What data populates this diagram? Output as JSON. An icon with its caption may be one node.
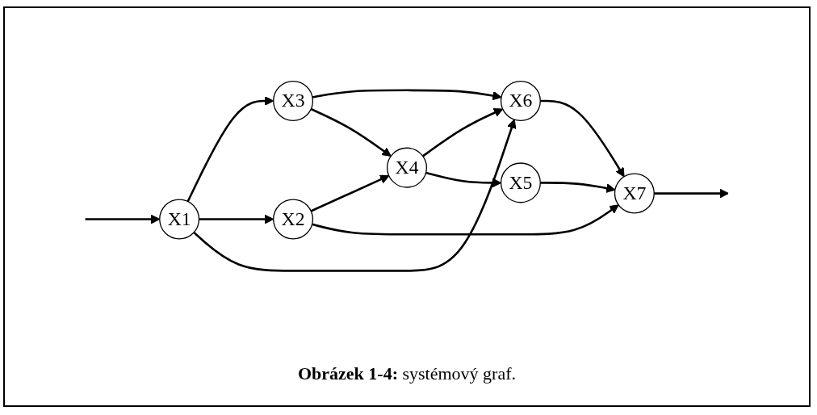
{
  "diagram": {
    "caption": "**Obrázek 1-4:** systémový graf.",
    "nodes": [
      {
        "text": [
          "X1"
        ]
      },
      {
        "text": [
          "X3"
        ]
      },
      {
        "text": [
          "X2"
        ]
      },
      {
        "text": [
          "X4"
        ]
      },
      {
        "text": [
          "X6"
        ]
      },
      {
        "text": [
          "X5"
        ]
      },
      {
        "text": [
          "X7"
        ]
      }
    ],
    "edges": [
      {
        "from": null,
        "to": 0,
        "arrow": "to"
      },
      {
        "from": 0,
        "to": 1,
        "arrow": "to"
      },
      {
        "from": 0,
        "to": 2,
        "arrow": "to"
      },
      {
        "from": 0,
        "to": 4,
        "arrow": "to"
      },
      {
        "from": 1,
        "to": 4,
        "arrow": "to"
      },
      {
        "from": 1,
        "to": 3,
        "arrow": "to"
      },
      {
        "from": 2,
        "to": 3,
        "arrow": "to"
      },
      {
        "from": 2,
        "to": 6,
        "arrow": "to"
      },
      {
        "from": 3,
        "to": 4,
        "arrow": "to"
      },
      {
        "from": 3,
        "to": 5,
        "arrow": "to"
      },
      {
        "from": 4,
        "to": 6,
        "arrow": "to"
      },
      {
        "from": 5,
        "to": 6,
        "arrow": "to"
      },
      {
        "from": 6,
        "to": null,
        "arrow": "to"
      }
    ]
  }
}
